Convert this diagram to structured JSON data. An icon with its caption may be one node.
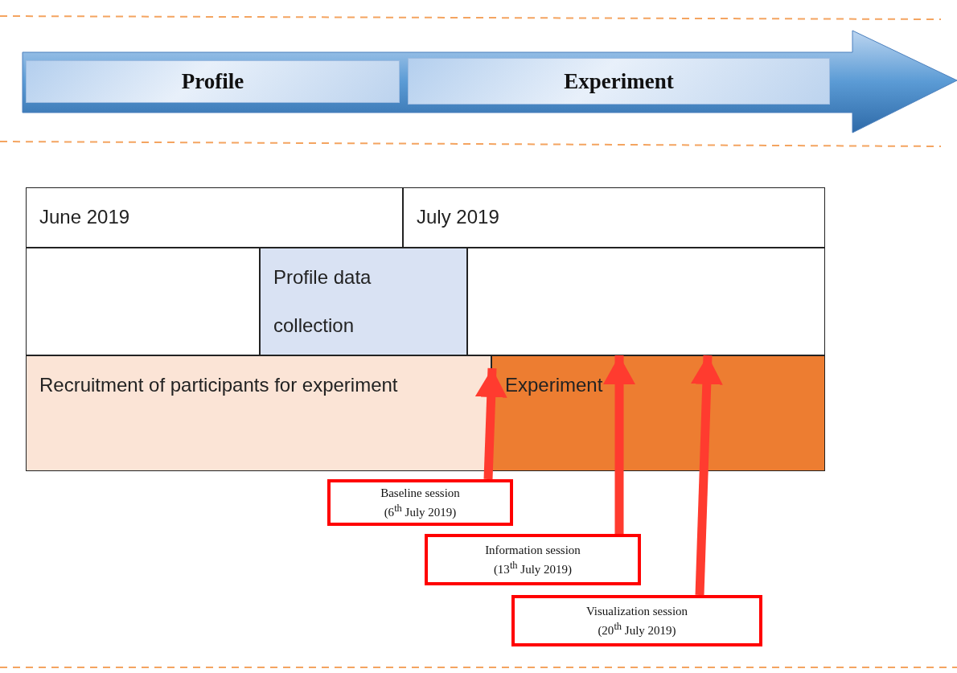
{
  "diagram": {
    "nodes": [
      {
        "text": [
          "Profile"
        ]
      },
      {
        "text": [
          "Experiment"
        ]
      },
      {
        "text": [
          "June 2019"
        ]
      },
      {
        "text": [
          "July 2019"
        ]
      },
      {
        "text": [],
        "shape": "box"
      },
      {
        "text": [
          "Profile data collection"
        ]
      },
      {
        "text": [],
        "shape": "box"
      },
      {
        "text": [
          "Recruitment of participants for experiment"
        ]
      },
      {
        "text": [
          "Experiment"
        ]
      },
      {
        "text": [
          "Baseline session (6$^{th}$ July 2019)"
        ]
      },
      {
        "text": [
          "Information session (13$^{th}$ July 2019)"
        ]
      },
      {
        "text": [
          "Visualization session (20$^{th}$ July 2019)"
        ]
      }
    ],
    "edges": [
      {
        "from": 9,
        "to": 8,
        "arrow": "to"
      },
      {
        "from": 10,
        "to": 8,
        "arrow": "to"
      },
      {
        "from": 11,
        "to": 8,
        "arrow": "to"
      }
    ]
  }
}
